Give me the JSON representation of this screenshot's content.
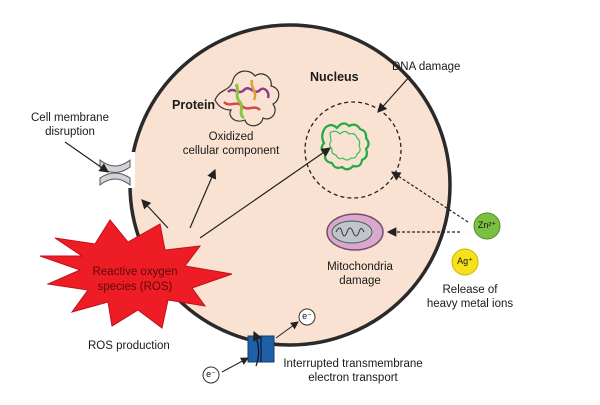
{
  "diagram": {
    "title": "Cell membrane/wall",
    "labels": {
      "nucleus": "Nucleus",
      "dna_damage": "DNA damage",
      "protein": "Protein",
      "oxidized_line1": "Oxidized",
      "oxidized_line2": "cellular component",
      "membrane_disruption_line1": "Cell membrane",
      "membrane_disruption_line2": "disruption",
      "mito_line1": "Mitochondria",
      "mito_line2": "damage",
      "ros_line1": "Reactive oxygen",
      "ros_line2": "species (ROS)",
      "ros_production": "ROS production",
      "electron_transport_line1": "Interrupted transmembrane",
      "electron_transport_line2": "electron transport",
      "release_line1": "Release of",
      "release_line2": "heavy metal ions",
      "zn_ion": "Zn²⁺",
      "ag_ion": "Ag⁺",
      "electron": "e⁻"
    },
    "colors": {
      "cell_fill": "#f9e2d1",
      "membrane": "#2a2a2a",
      "ros_star": "#ee1c24",
      "dna": "#22aa44",
      "zn_ion": "#7ac143",
      "ag_ion": "#f7e11b",
      "channel": "#1f5fa8"
    }
  }
}
